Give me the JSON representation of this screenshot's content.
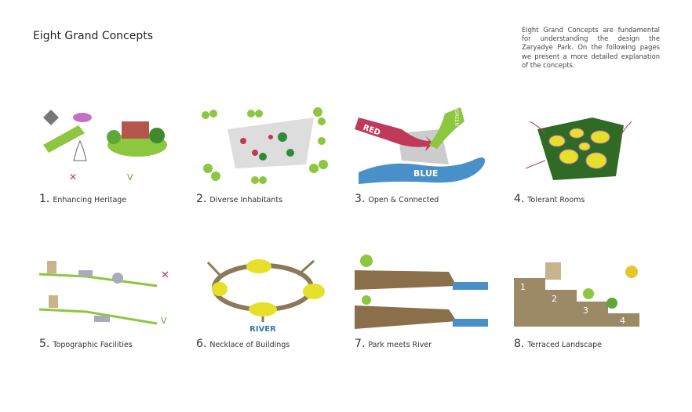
{
  "title": "Eight Grand Concepts",
  "intro": "Eight Grand Concepts are fundamental for understanding the design the Zaryadye Park. On the following pages we present a more detailed explanation of the concepts.",
  "concepts": [
    {
      "num": "1.",
      "label": "Enhancing Heritage",
      "marks": [
        "✕",
        "V"
      ]
    },
    {
      "num": "2.",
      "label": "Diverse Inhabitants"
    },
    {
      "num": "3.",
      "label": "Open & Connected",
      "words": [
        "RED",
        "BLUE",
        "GREEN"
      ]
    },
    {
      "num": "4.",
      "label": "Tolerant Rooms"
    },
    {
      "num": "5.",
      "label": "Topographic Facilities",
      "marks": [
        "✕",
        "V"
      ]
    },
    {
      "num": "6.",
      "label": "Necklace of Buildings",
      "words": [
        "RIVER"
      ]
    },
    {
      "num": "7.",
      "label": "Park meets River"
    },
    {
      "num": "8.",
      "label": "Terraced Landscape",
      "steps": [
        "1",
        "2",
        "3",
        "4"
      ]
    }
  ],
  "colors": {
    "green": "#8dc63f",
    "red": "#c0395a",
    "blue": "#4a90c8",
    "yellow": "#e6e02a",
    "earth": "#8a7a5a"
  }
}
